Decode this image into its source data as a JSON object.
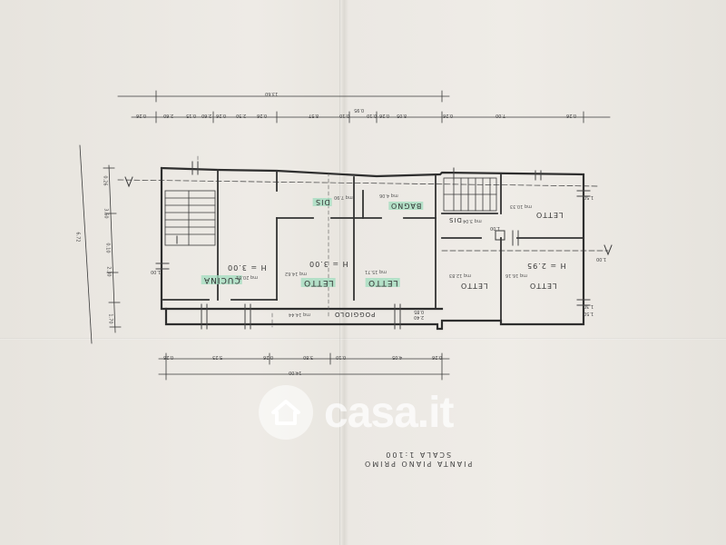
{
  "watermark": {
    "brand": "casa.it",
    "icon": "house-icon"
  },
  "title_block": {
    "line1": "PIANTA PIANO PRIMO",
    "line2": "SCALA 1:100"
  },
  "rooms": [
    {
      "name": "CUCINA",
      "area": "mq 20.81",
      "height": "H = 3.00"
    },
    {
      "name": "LETTO",
      "area": "mq 14.62",
      "height": "H = 3.00"
    },
    {
      "name": "LETTO",
      "area": "mq 15.71"
    },
    {
      "name": "DIS",
      "area": "mq 7.90"
    },
    {
      "name": "BAGNO",
      "area": "mq 4.06"
    },
    {
      "name": "DIS",
      "area": "mq 3.04"
    },
    {
      "name": "LETTO",
      "area": "mq 10.33"
    },
    {
      "name": "LETTO",
      "area": "mq 12.83"
    },
    {
      "name": "LETTO",
      "area": "mq 16.16",
      "height": "H = 2.95"
    },
    {
      "name": "POGGIOLO",
      "area": "mq 14.44"
    }
  ],
  "dimensions": {
    "top_total": "13.60",
    "top_chain": [
      "0.26",
      "2.60",
      "0.15",
      "2.60",
      "0.26",
      "2.30",
      "0.26",
      "8.57",
      "0.10",
      "0.95",
      "0.10",
      "0.26",
      "8.05",
      "0.26",
      "7.00",
      "0.26"
    ],
    "bottom_total": "14.00",
    "bottom_chain": [
      "0.26",
      "5.23",
      "0.26",
      "3.80",
      "0.10",
      "4.05",
      "0.26"
    ],
    "left_total": "6.72",
    "left_chain": [
      "0.26",
      "3.60",
      "0.10",
      "2.30",
      "1.70"
    ],
    "misc": [
      "1.00",
      "1.50",
      "0.85",
      "2.40",
      "1.00",
      "1.30",
      "1.50",
      "1.00"
    ]
  }
}
